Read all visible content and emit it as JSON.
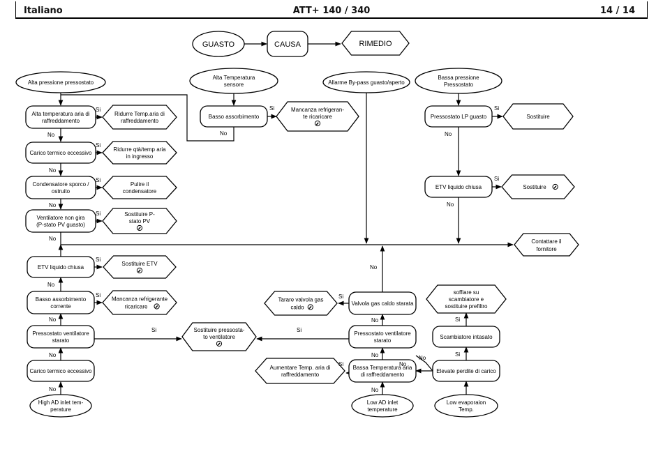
{
  "header": {
    "language": "Italiano",
    "title": "ATT+ 140 / 340",
    "page": "14 / 14"
  },
  "legend": {
    "fault": "GUASTO",
    "cause": "CAUSA",
    "remedy": "RIMEDIO"
  },
  "labels": {
    "yes": "Si",
    "no": "No"
  },
  "starts": {
    "high_pressure": "Alta pressione pressostato",
    "high_temp_sensor": [
      "Alta Temperatura",
      "sensore"
    ],
    "bypass_alarm": "Allarme By-pass guasto/aperto",
    "low_pressure": [
      "Bassa pressione",
      "Pressostato"
    ],
    "high_ad_inlet": [
      "High AD inlet  tem-",
      "perature"
    ],
    "low_ad_inlet": [
      "Low AD inlet",
      "temperature"
    ],
    "low_evap": [
      "Low evaporaion",
      "Temp."
    ]
  },
  "causes": {
    "c1": [
      "Alta temperatura aria di",
      "raffreddamento"
    ],
    "c2": "Carico termico eccessivo",
    "c3": [
      "Condensatore sporco /",
      "ostruito"
    ],
    "c4": [
      "Ventilatore non gira",
      "(P-stato PV guasto)"
    ],
    "c5": "Basso assorbimento",
    "c6": "Pressostato LP guasto",
    "c7": "ETV liquido chiusa",
    "c8": "ETV liquido chiusa",
    "c9": [
      "Basso assorbimento",
      "corrente"
    ],
    "c10": [
      "Pressostato ventilatore",
      "starato"
    ],
    "c11": "Carico termico eccessivo",
    "c12": "Valvola gas caldo starata",
    "c13": [
      "Pressostato ventilatore",
      "starato"
    ],
    "c14": [
      "Bassa Temperatura aria",
      "di raffreddamento"
    ],
    "c15": "Elevate perdite di carico",
    "c16": "Scambiatore intasato"
  },
  "remedies": {
    "r1": [
      "Ridurre Temp.aria di",
      "raffreddamento"
    ],
    "r2": [
      "Ridurre qtà/temp aria",
      "in ingresso"
    ],
    "r3": [
      "Pulire il",
      "condensatore"
    ],
    "r4": [
      "Sostituire P-",
      "stato PV"
    ],
    "r5": [
      "Mancanza refrigeran-",
      "te  ricaricare"
    ],
    "r6": "Sostituire",
    "r7": "Sostituire",
    "r8": "Contattare il",
    "r8b": "fornitore",
    "r9": "Sostituire ETV",
    "r10": "Mancanza refrigerante",
    "r10b": "ricaricare",
    "r11": [
      "Sostituire pressosta-",
      "to ventilatore"
    ],
    "r12": "Tarare valvola gas",
    "r12b": "caldo",
    "r13": [
      "Aumentare Temp. aria di",
      "raffreddamento"
    ],
    "r14": [
      "soffiare su",
      "scambiatore  e",
      "sostituire prefiltro"
    ]
  },
  "technician_icon": "wrench-in-circle-icon"
}
